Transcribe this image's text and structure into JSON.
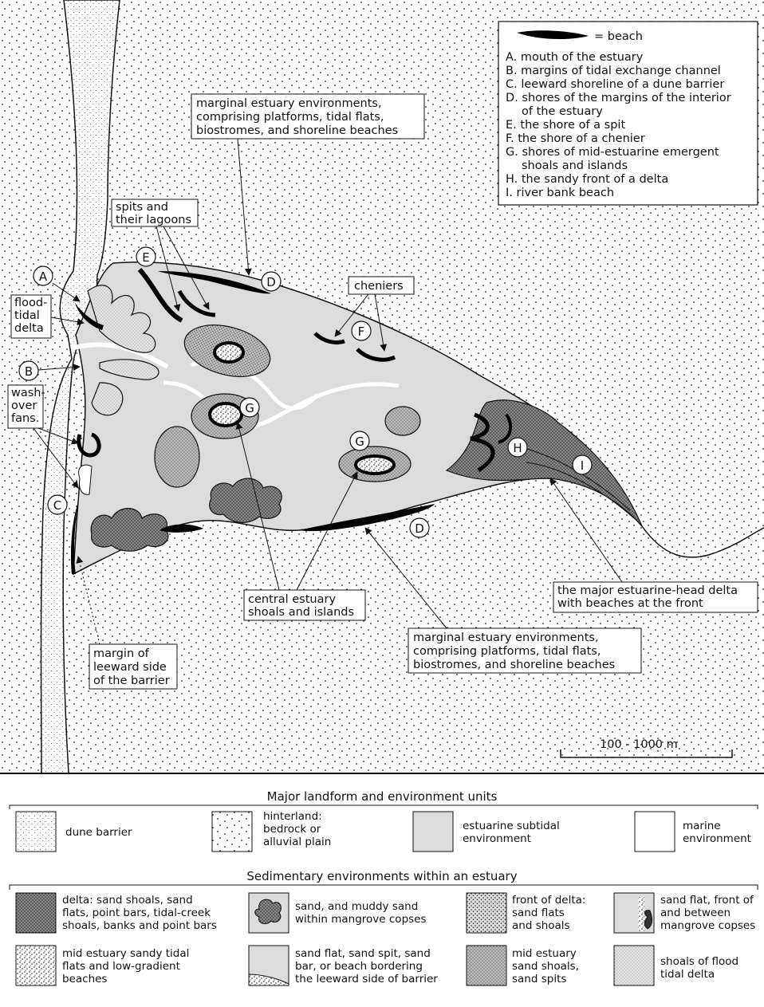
{
  "key": {
    "beach_eq": "= beach",
    "items": [
      "A. mouth of the estuary",
      "B. margins of tidal exchange channel",
      "C. leeward shoreline of a dune barrier",
      "D. shores of the margins of the interior",
      "of the estuary",
      "E. the shore of a spit",
      "F. the shore of a chenier",
      "G. shores of mid-estuarine emergent",
      "shoals and islands",
      "H. the sandy front of a delta",
      "I.  river bank beach"
    ]
  },
  "markers": [
    "A",
    "B",
    "C",
    "D",
    "D",
    "E",
    "F",
    "G",
    "G",
    "H",
    "I"
  ],
  "labels": {
    "marginal_top": [
      "marginal estuary environments,",
      "comprising platforms, tidal flats,",
      "biostromes, and shoreline beaches"
    ],
    "spits": [
      "spits and",
      "their lagoons"
    ],
    "flood_tidal": [
      "flood-",
      "tidal",
      "delta"
    ],
    "wash_over": [
      "wash-",
      "over",
      "fans."
    ],
    "cheniers": "cheniers",
    "central": [
      "central estuary",
      "shoals and islands"
    ],
    "major_delta": [
      "the major estuarine-head delta",
      "with beaches at the front"
    ],
    "marginal_bottom": [
      "marginal estuary environments,",
      "comprising platforms, tidal flats,",
      "biostromes, and shoreline beaches"
    ],
    "margin_leeward": [
      "margin of",
      "leeward side",
      "of the barrier"
    ],
    "scale": "100 - 1000 m"
  },
  "legend": {
    "major_title": "Major landform and environment units",
    "major": [
      [
        "dune barrier"
      ],
      [
        "hinterland:",
        "bedrock or",
        "alluvial plain"
      ],
      [
        "estuarine subtidal",
        "environment"
      ],
      [
        "marine",
        "environment"
      ]
    ],
    "sed_title": "Sedimentary environments within an estuary",
    "sed": [
      [
        "delta: sand shoals, sand",
        "flats, point bars, tidal-creek",
        "shoals, banks and point bars"
      ],
      [
        "sand, and muddy sand",
        "within mangrove copses"
      ],
      [
        "front of delta:",
        "sand flats",
        "and shoals"
      ],
      [
        "sand flat, front of",
        "and between",
        "mangrove copses"
      ],
      [
        "mid estuary sandy tidal",
        "flats and low-gradient",
        "beaches"
      ],
      [
        "sand flat, sand spit, sand",
        "bar, or beach bordering",
        "the leeward side of barrier"
      ],
      [
        "mid estuary",
        "sand shoals,",
        "sand spits"
      ],
      [
        "shoals of flood",
        "tidal delta"
      ]
    ]
  }
}
